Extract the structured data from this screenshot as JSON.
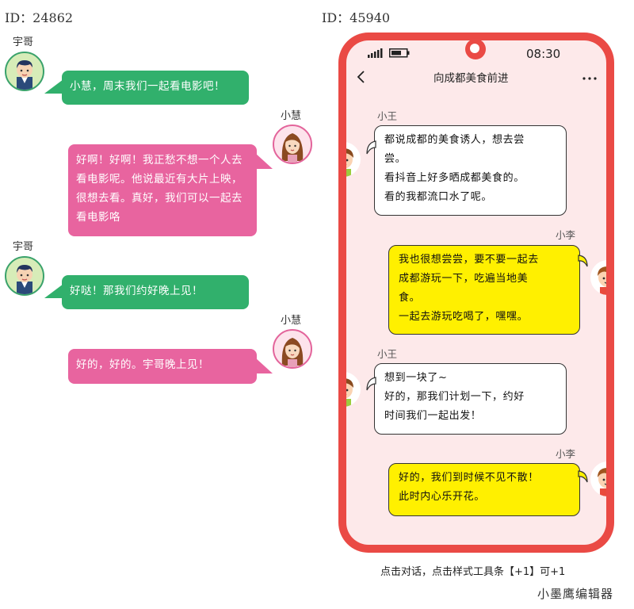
{
  "left": {
    "id_label": "ID：24862",
    "messages": [
      {
        "sender": "宇哥",
        "text": "小慧，周末我们一起看电影吧！"
      },
      {
        "sender": "小慧",
        "text": "好啊！好啊！我正愁不想一个人去看电影呢。他说最近有大片上映，很想去看。真好，我们可以一起去看电影咯"
      },
      {
        "sender": "宇哥",
        "text": "好哒！那我们约好晚上见！"
      },
      {
        "sender": "小慧",
        "text": "好的，好的。宇哥晚上见！"
      }
    ]
  },
  "right": {
    "id_label": "ID：45940",
    "time": "08:30",
    "title": "向成都美食前进",
    "back_icon": "chevron-left-icon",
    "more_icon": "more-dots-icon",
    "messages": [
      {
        "sender": "小王",
        "lines": [
          "都说成都的美食诱人，想去尝",
          "尝。",
          "看抖音上好多晒成都美食的。",
          "看的我都流口水了呢。"
        ]
      },
      {
        "sender": "小李",
        "lines": [
          "我也很想尝尝，要不要一起去",
          "成都游玩一下，吃遍当地美",
          "食。",
          "一起去游玩吃喝了，嘿嘿。"
        ]
      },
      {
        "sender": "小王",
        "lines": [
          "想到一块了~",
          "好的，那我们计划一下，约好",
          "时间我们一起出发！"
        ]
      },
      {
        "sender": "小李",
        "lines": [
          "好的，我们到时候不见不散！",
          "此时内心乐开花。"
        ]
      }
    ]
  },
  "footer": {
    "hint": "点击对话，点击样式工具条【+1】可+1",
    "brand": "小墨鹰编辑器"
  },
  "colors": {
    "green": "#31b06c",
    "pink": "#e8649f",
    "phone_red": "#ea4a45",
    "yellow": "#fff000"
  }
}
